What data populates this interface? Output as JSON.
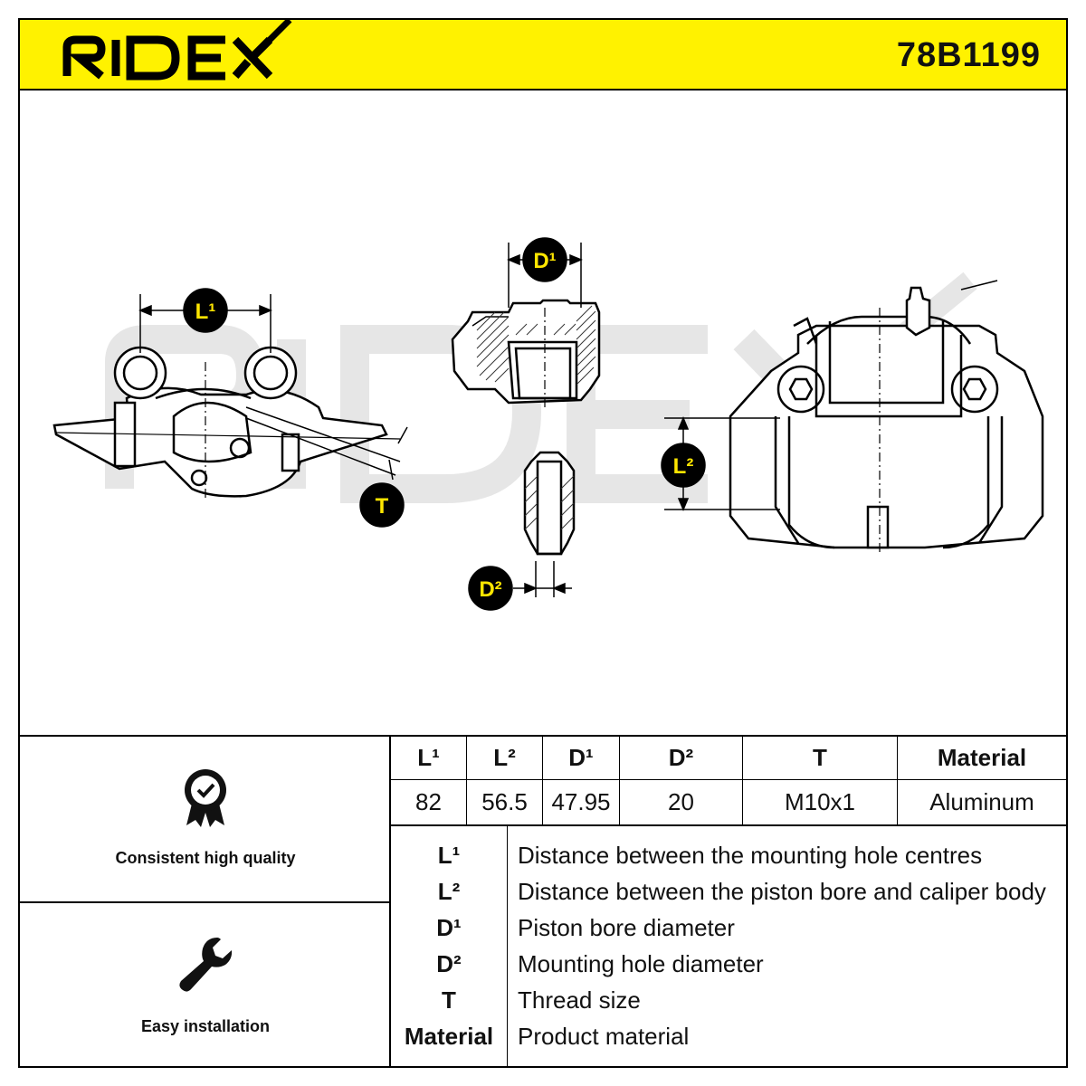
{
  "header": {
    "brand": "RIDEX",
    "part_number": "78B1199",
    "background_color": "#fff200"
  },
  "drawing": {
    "labels": {
      "l1": "L¹",
      "l2": "L²",
      "d1": "D¹",
      "d2": "D²",
      "t": "T"
    },
    "watermark": "RIDEX"
  },
  "features": [
    {
      "label": "Consistent high quality",
      "icon": "quality-badge-icon"
    },
    {
      "label": "Easy installation",
      "icon": "wrench-icon"
    }
  ],
  "specs": {
    "headers": [
      "L¹",
      "L²",
      "D¹",
      "D²",
      "T",
      "Material"
    ],
    "values": [
      "82",
      "56.5",
      "47.95",
      "20",
      "M10x1",
      "Aluminum"
    ]
  },
  "legend": [
    {
      "key": "L¹",
      "description": "Distance between the mounting hole centres"
    },
    {
      "key": "L²",
      "description": "Distance between the piston bore and caliper body"
    },
    {
      "key": "D¹",
      "description": "Piston bore diameter"
    },
    {
      "key": "D²",
      "description": "Mounting hole diameter"
    },
    {
      "key": "T",
      "description": "Thread size"
    },
    {
      "key": "Material",
      "description": "Product material"
    }
  ]
}
